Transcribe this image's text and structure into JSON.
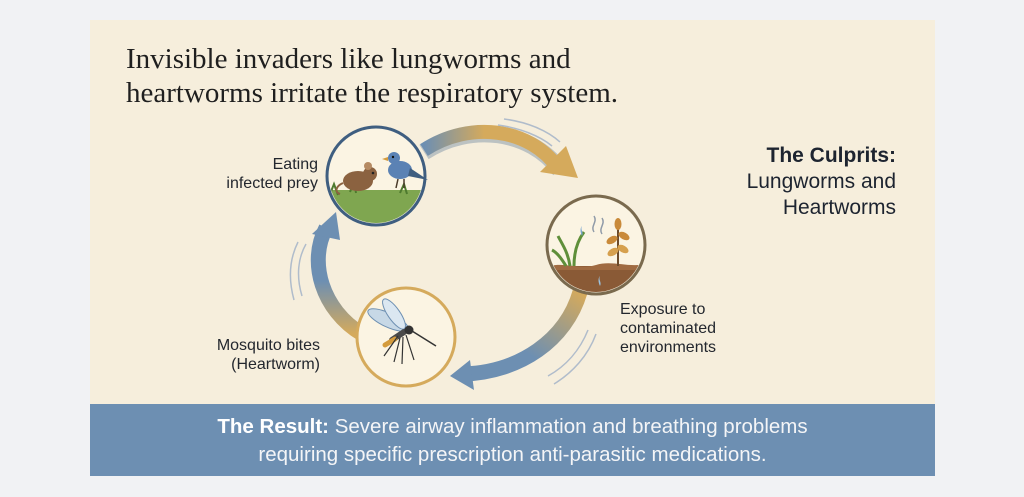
{
  "headline": {
    "line1": "Invisible invaders like lungworms and",
    "line2": "heartworms irritate the respiratory system."
  },
  "culprits": {
    "title": "The Culprits:",
    "line1": "Lungworms and",
    "line2": "Heartworms"
  },
  "cycle": {
    "stage_eating": {
      "line1": "Eating",
      "line2": "infected prey",
      "icon": "mouse-and-bird"
    },
    "stage_exposure": {
      "line1": "Exposure to",
      "line2": "contaminated",
      "line3": "environments",
      "icon": "contaminated-soil"
    },
    "stage_mosquito": {
      "line1": "Mosquito bites",
      "line2": "(Heartworm)",
      "icon": "mosquito"
    }
  },
  "result": {
    "label": "The Result:",
    "line1": "Severe airway inflammation and breathing problems",
    "line2": "requiring specific prescription anti-parasitic medications."
  },
  "colors": {
    "background": "#f1f2f4",
    "card": "#f6eedc",
    "arrow_gold": "#d5aa5c",
    "arrow_blue": "#6d8fb2",
    "result_banner": "#6d8fb2"
  }
}
